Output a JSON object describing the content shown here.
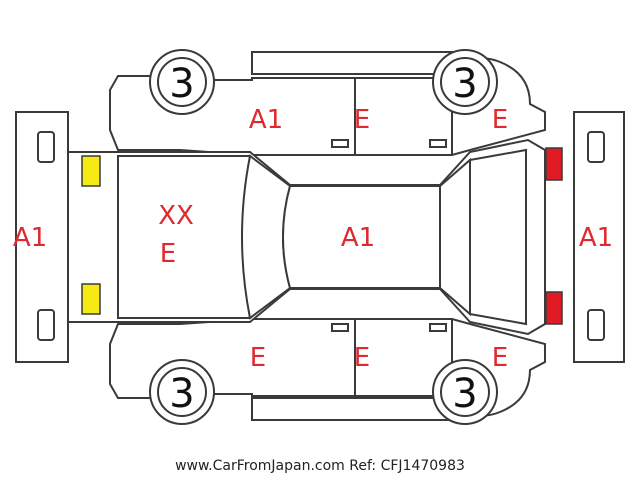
{
  "labels": {
    "front_bumper": "A1",
    "hood_code_1": "XX",
    "hood_code_2": "E",
    "roof": "A1",
    "rear_bumper": "A1",
    "top_front_door": "A1",
    "top_rear_door": "E",
    "top_rear_quarter": "E",
    "bottom_front_door": "E",
    "bottom_rear_door": "E",
    "bottom_rear_quarter": "E",
    "wheel_top_left": "3",
    "wheel_top_right": "3",
    "wheel_bottom_left": "3",
    "wheel_bottom_right": "3"
  },
  "footer": "www.CarFromJapan.com Ref: CFJ1470983",
  "colors": {
    "code_text": "#e0282e",
    "headlight": "#f5ea14",
    "taillight": "#e01b24",
    "outline": "#3a3a3a"
  }
}
